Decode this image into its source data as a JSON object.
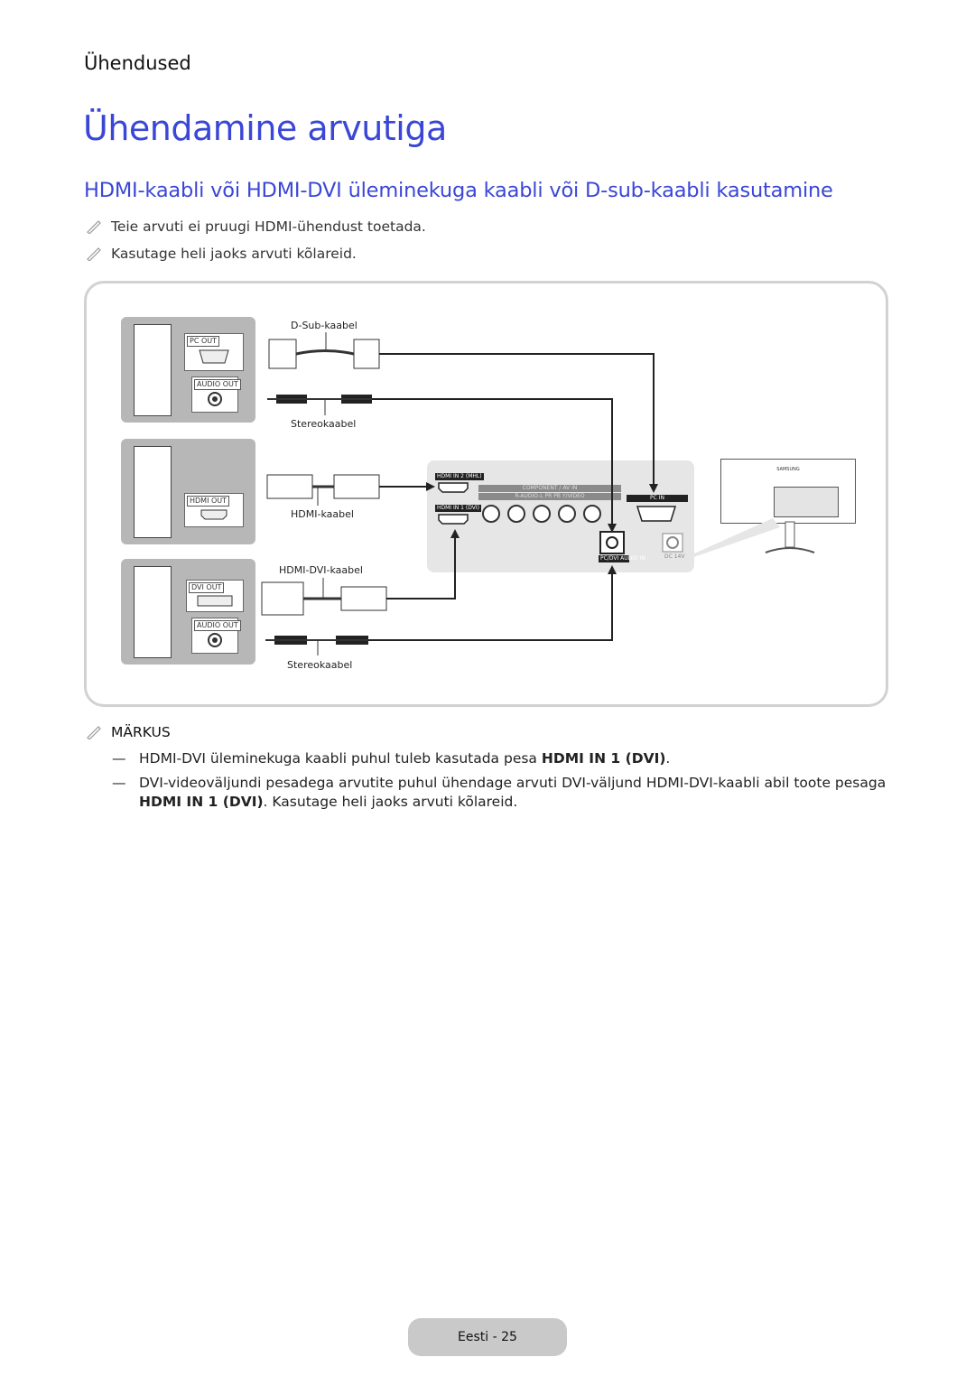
{
  "header": {
    "section": "Ühendused"
  },
  "page_title": "Ühendamine arvutiga",
  "subtitle": "HDMI-kaabli või HDMI-DVI üleminekuga kaabli või D-sub-kaabli kasutamine",
  "notes": [
    "Teie arvuti ei pruugi HDMI-ühendust toetada.",
    "Kasutage heli jaoks arvuti kõlareid."
  ],
  "diagram": {
    "cables": {
      "dsub": "D-Sub-kaabel",
      "stereo_top": "Stereokaabel",
      "hdmi": "HDMI-kaabel",
      "hdmi_dvi": "HDMI-DVI-kaabel",
      "stereo_bottom": "Stereokaabel"
    },
    "pc_ports": {
      "pc_out": "PC OUT",
      "audio_out_top": "AUDIO OUT",
      "hdmi_out": "HDMI OUT",
      "dvi_out": "DVI OUT",
      "audio_out_bottom": "AUDIO OUT"
    },
    "tv_ports": {
      "hdmi_in_2": "HDMI IN 2 (MHL)",
      "hdmi_in_1": "HDMI IN 1 (DVI)",
      "component": "COMPONENT / AV IN",
      "component_sub": "R-AUDIO-L  PR  PB  Y/VIDEO",
      "pc_in": "PC IN",
      "pc_dvi_audio_in": "PC/DVI AUDIO IN",
      "dc": "DC 14V"
    },
    "brand": "SAMSUNG"
  },
  "markus": {
    "heading": "MÄRKUS",
    "items": [
      {
        "prefix": "HDMI-DVI üleminekuga kaabli puhul tuleb kasutada pesa ",
        "bold": "HDMI IN 1 (DVI)",
        "suffix": "."
      },
      {
        "prefix": "DVI-videoväljundi pesadega arvutite puhul ühendage arvuti DVI-väljund HDMI-DVI-kaabli abil toote pesaga ",
        "bold": "HDMI IN 1 (DVI)",
        "suffix": ". Kasutage heli jaoks arvuti kõlareid."
      }
    ]
  },
  "footer": {
    "page": "Eesti - 25"
  }
}
